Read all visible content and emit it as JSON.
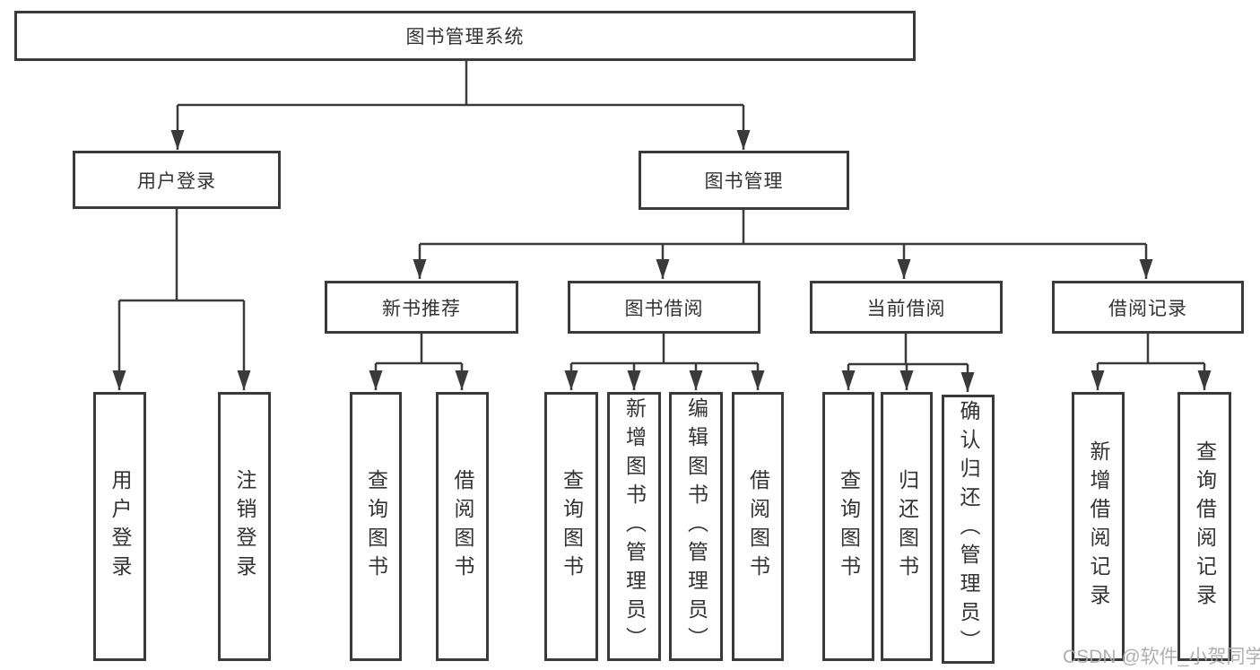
{
  "nodes": {
    "root": {
      "label": "图书管理系统"
    },
    "user_login": {
      "label": "用户登录"
    },
    "book_mgmt": {
      "label": "图书管理"
    },
    "new_book_rec": {
      "label": "新书推荐"
    },
    "book_borrow": {
      "label": "图书借阅"
    },
    "current_borrow": {
      "label": "当前借阅"
    },
    "borrow_record": {
      "label": "借阅记录"
    },
    "leaf_user_login": {
      "label": "用户登录"
    },
    "leaf_logout": {
      "label": "注销登录"
    },
    "leaf_query_book_1": {
      "label": "查询图书"
    },
    "leaf_borrow_book_1": {
      "label": "借阅图书"
    },
    "leaf_query_book_2": {
      "label": "查询图书"
    },
    "leaf_add_book": {
      "label": "新增图书（管理员）"
    },
    "leaf_edit_book": {
      "label": "编辑图书（管理员）"
    },
    "leaf_borrow_book_2": {
      "label": "借阅图书"
    },
    "leaf_query_book_3": {
      "label": "查询图书"
    },
    "leaf_return_book": {
      "label": "归还图书"
    },
    "leaf_confirm_return": {
      "label": "确认归还（管理员）"
    },
    "leaf_add_borrow_record": {
      "label": "新增借阅记录"
    },
    "leaf_query_borrow_record": {
      "label": "查询借阅记录"
    }
  },
  "watermark": {
    "text": "CSDN @软件_小贺同学"
  },
  "colors": {
    "line": "#3a3a3a",
    "box_border": "#3a3a3a",
    "text": "#333333",
    "background": "#ffffff",
    "watermark": "#a8a8a8"
  }
}
